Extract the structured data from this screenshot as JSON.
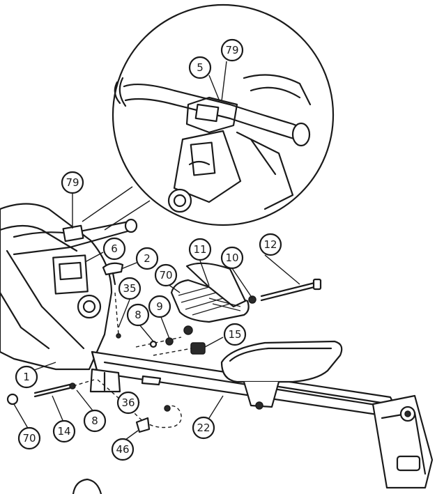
{
  "callouts": [
    {
      "id": "5",
      "label": "5"
    },
    {
      "id": "79-detail",
      "label": "79"
    },
    {
      "id": "79",
      "label": "79"
    },
    {
      "id": "6",
      "label": "6"
    },
    {
      "id": "2",
      "label": "2"
    },
    {
      "id": "11",
      "label": "11"
    },
    {
      "id": "10",
      "label": "10"
    },
    {
      "id": "12",
      "label": "12"
    },
    {
      "id": "70-upper",
      "label": "70"
    },
    {
      "id": "35",
      "label": "35"
    },
    {
      "id": "8-upper",
      "label": "8"
    },
    {
      "id": "9",
      "label": "9"
    },
    {
      "id": "15",
      "label": "15"
    },
    {
      "id": "1",
      "label": "1"
    },
    {
      "id": "36",
      "label": "36"
    },
    {
      "id": "8-lower",
      "label": "8"
    },
    {
      "id": "14",
      "label": "14"
    },
    {
      "id": "70-lower",
      "label": "70"
    },
    {
      "id": "46",
      "label": "46"
    },
    {
      "id": "22",
      "label": "22"
    }
  ]
}
